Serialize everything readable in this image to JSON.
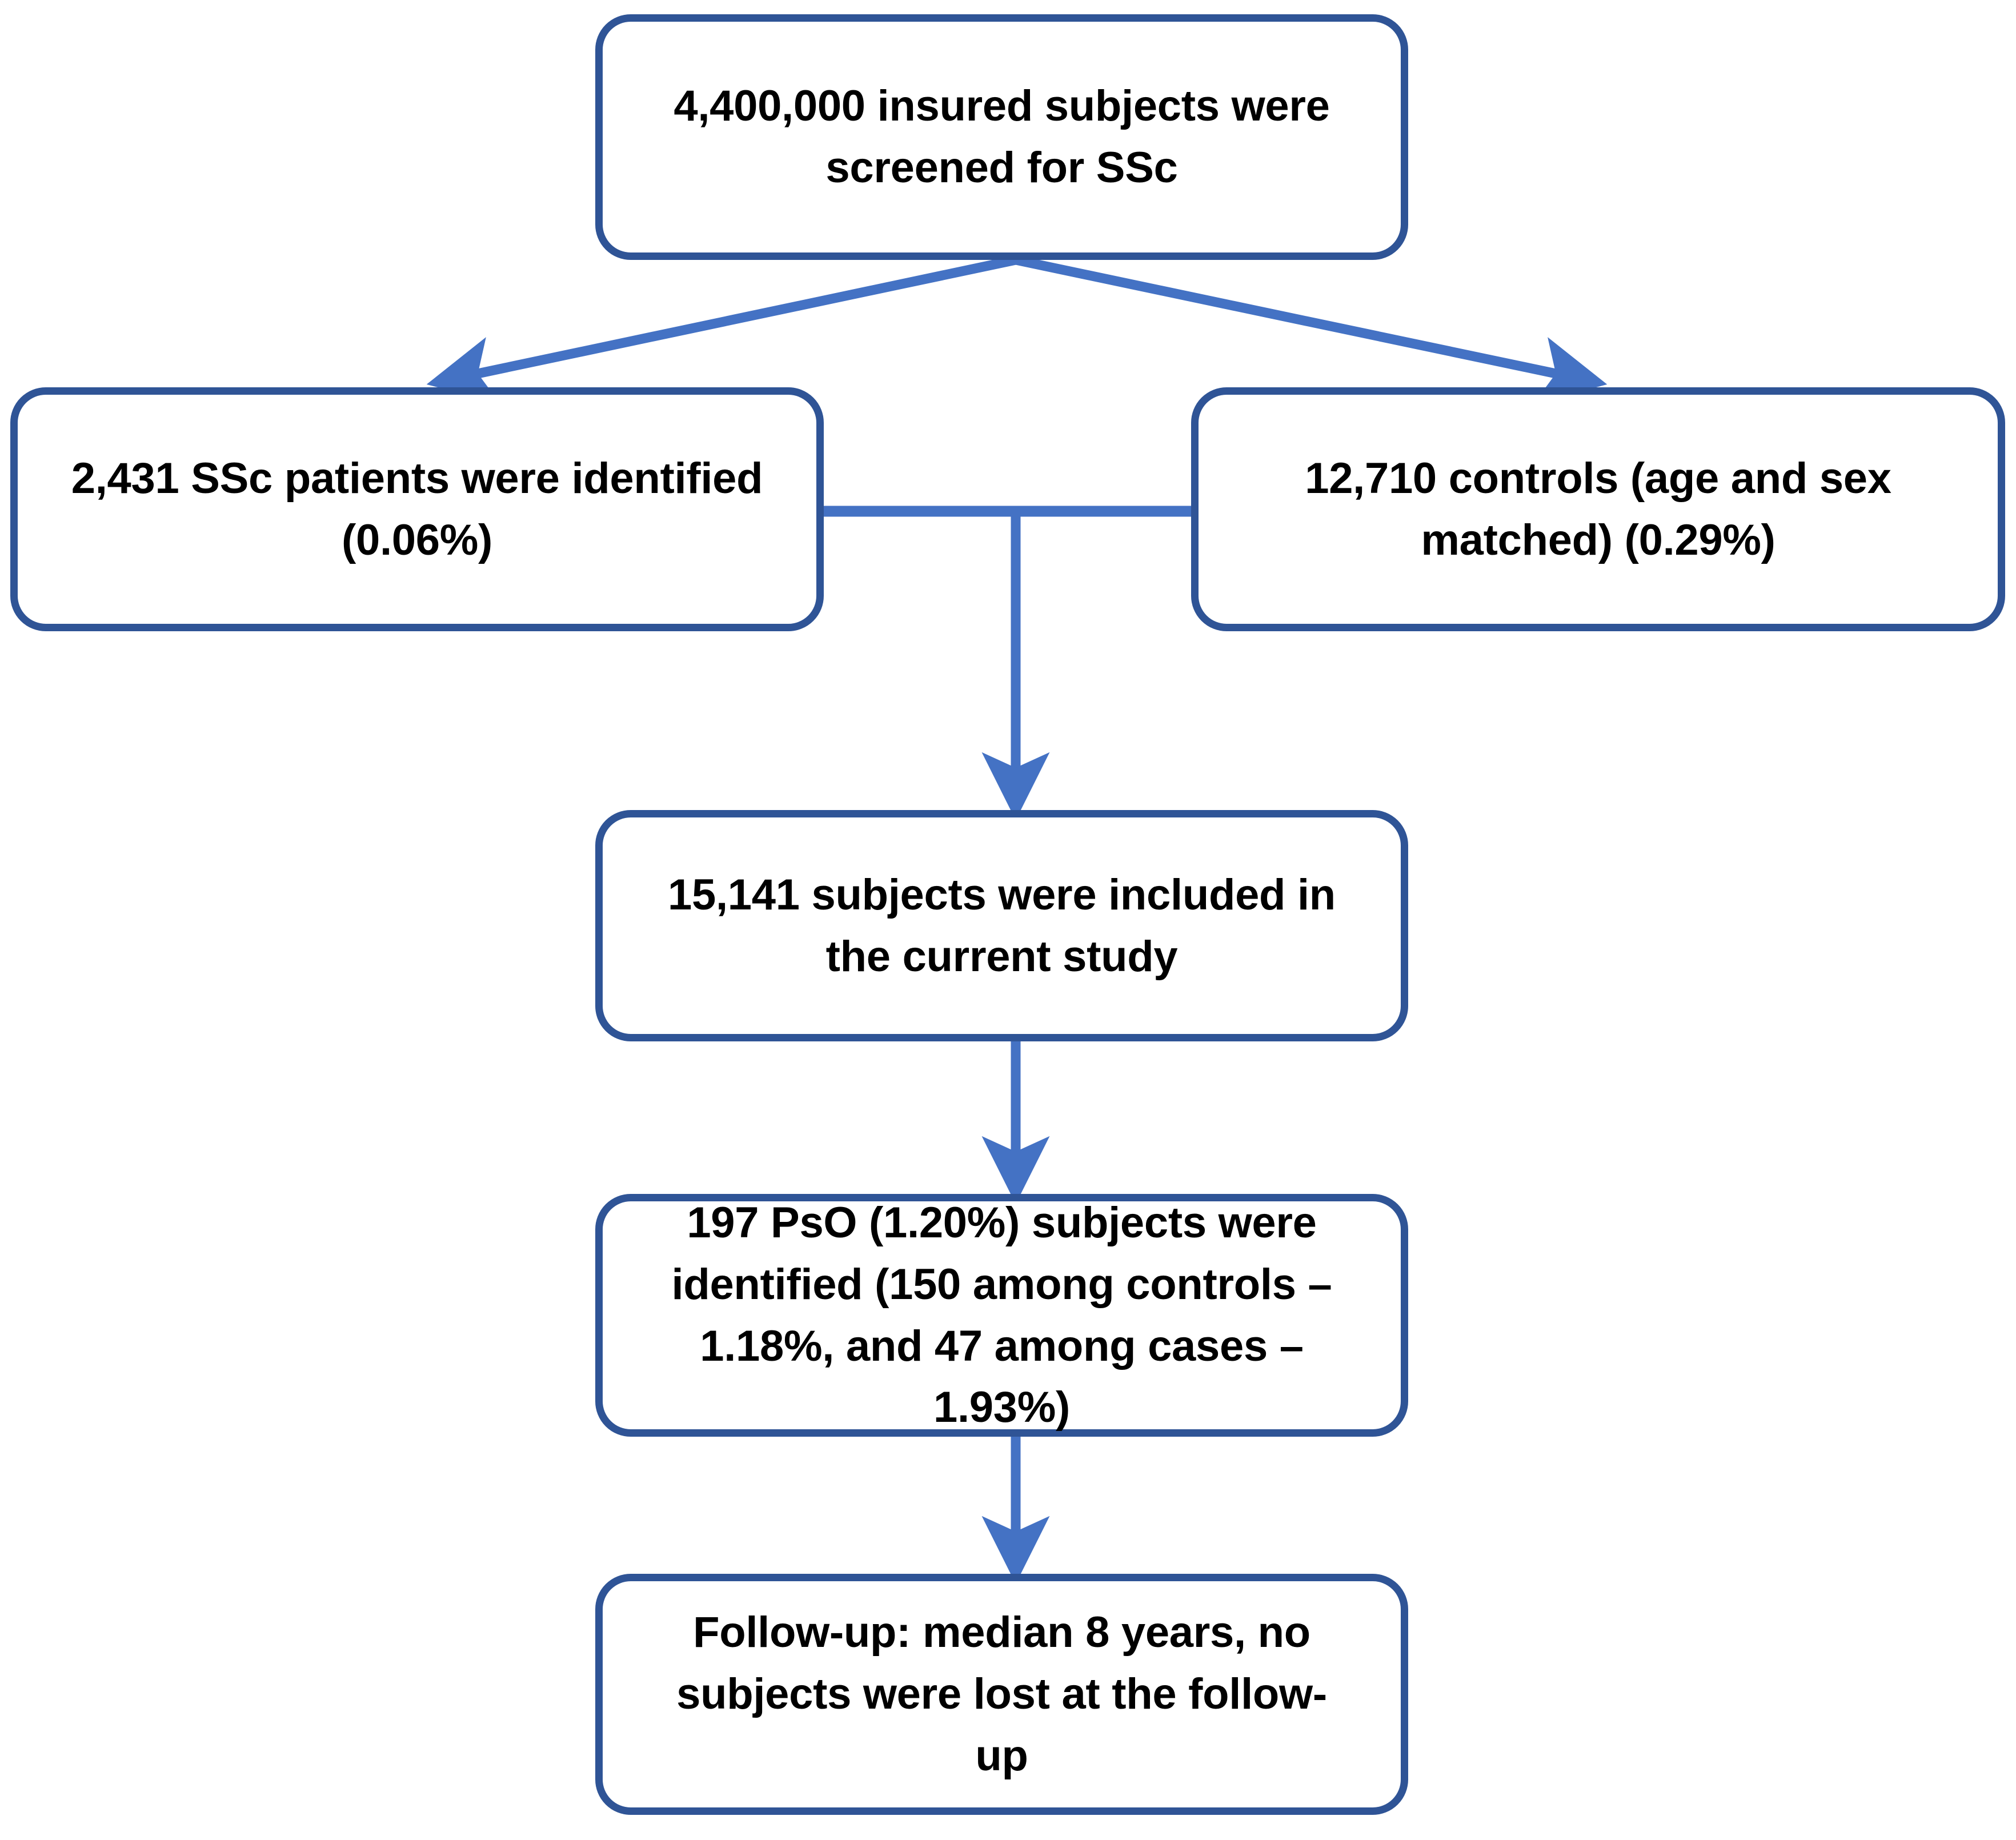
{
  "diagram": {
    "title": "Study flow diagram",
    "colors": {
      "box_border": "#2F5496",
      "arrow": "#4472C4",
      "text": "#000000",
      "background": "#FFFFFF"
    },
    "nodes": [
      {
        "id": "screened",
        "text": "4,400,000 insured subjects were screened for SSc",
        "count": "4,400,000",
        "level": 1
      },
      {
        "id": "cases",
        "text": "2,431 SSc patients were identified (0.06%)",
        "count": "2,431",
        "percent": "0.06%",
        "level": 2
      },
      {
        "id": "controls",
        "text": "12,710 controls (age and sex matched) (0.29%)",
        "count": "12,710",
        "percent": "0.29%",
        "level": 2
      },
      {
        "id": "included",
        "text": "15,141 subjects were included in the current study",
        "count": "15,141",
        "level": 3
      },
      {
        "id": "pso",
        "text": "197 PsO (1.20%) subjects were identified (150 among controls – 1.18%, and 47 among cases – 1.93%)",
        "count": "197",
        "percent": "1.20%",
        "among_controls": "150",
        "among_controls_percent": "1.18%",
        "among_cases": "47",
        "among_cases_percent": "1.93%",
        "level": 4
      },
      {
        "id": "followup",
        "text": "Follow-up: median 8 years, no subjects were lost at the follow-up",
        "median_years": "8",
        "level": 5
      }
    ],
    "edges": [
      {
        "from": "screened",
        "to": "cases",
        "style": "diagonal-arrow"
      },
      {
        "from": "screened",
        "to": "controls",
        "style": "diagonal-arrow"
      },
      {
        "from": "cases",
        "to": "controls",
        "style": "horizontal-join"
      },
      {
        "from": "join",
        "to": "included",
        "style": "vertical-arrow"
      },
      {
        "from": "included",
        "to": "pso",
        "style": "vertical-arrow"
      },
      {
        "from": "pso",
        "to": "followup",
        "style": "vertical-arrow"
      }
    ]
  }
}
